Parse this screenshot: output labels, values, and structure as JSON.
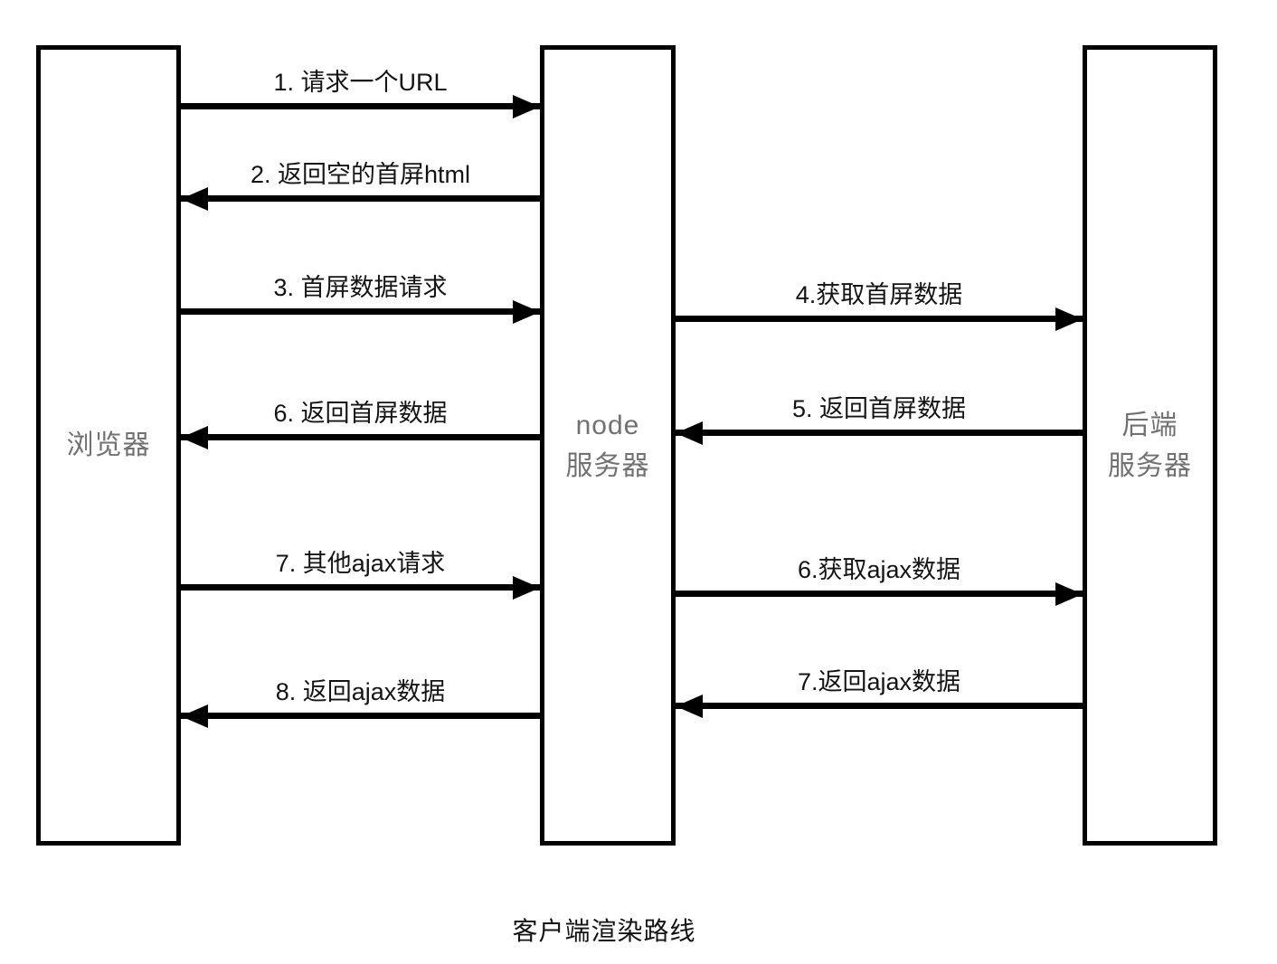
{
  "diagram": {
    "caption": "客户端渲染路线",
    "nodes": {
      "browser": {
        "lines": [
          "浏览器"
        ]
      },
      "node_server": {
        "lines": [
          "node",
          "服务器"
        ]
      },
      "backend_server": {
        "lines": [
          "后端",
          "服务器"
        ]
      }
    },
    "messages": {
      "browser_node": [
        {
          "label": "1. 请求一个URL",
          "direction": "right"
        },
        {
          "label": "2. 返回空的首屏html",
          "direction": "left"
        },
        {
          "label": "3. 首屏数据请求",
          "direction": "right"
        },
        {
          "label": "6. 返回首屏数据",
          "direction": "left"
        },
        {
          "label": "7. 其他ajax请求",
          "direction": "right"
        },
        {
          "label": "8. 返回ajax数据",
          "direction": "left"
        }
      ],
      "node_backend": [
        {
          "label": "4.获取首屏数据",
          "direction": "right"
        },
        {
          "label": "5. 返回首屏数据",
          "direction": "left"
        },
        {
          "label": "6.获取ajax数据",
          "direction": "right"
        },
        {
          "label": "7.返回ajax数据",
          "direction": "left"
        }
      ]
    },
    "colors": {
      "line": "#000000",
      "node_label": "#717171",
      "message_label": "#141414",
      "background": "#ffffff"
    }
  }
}
